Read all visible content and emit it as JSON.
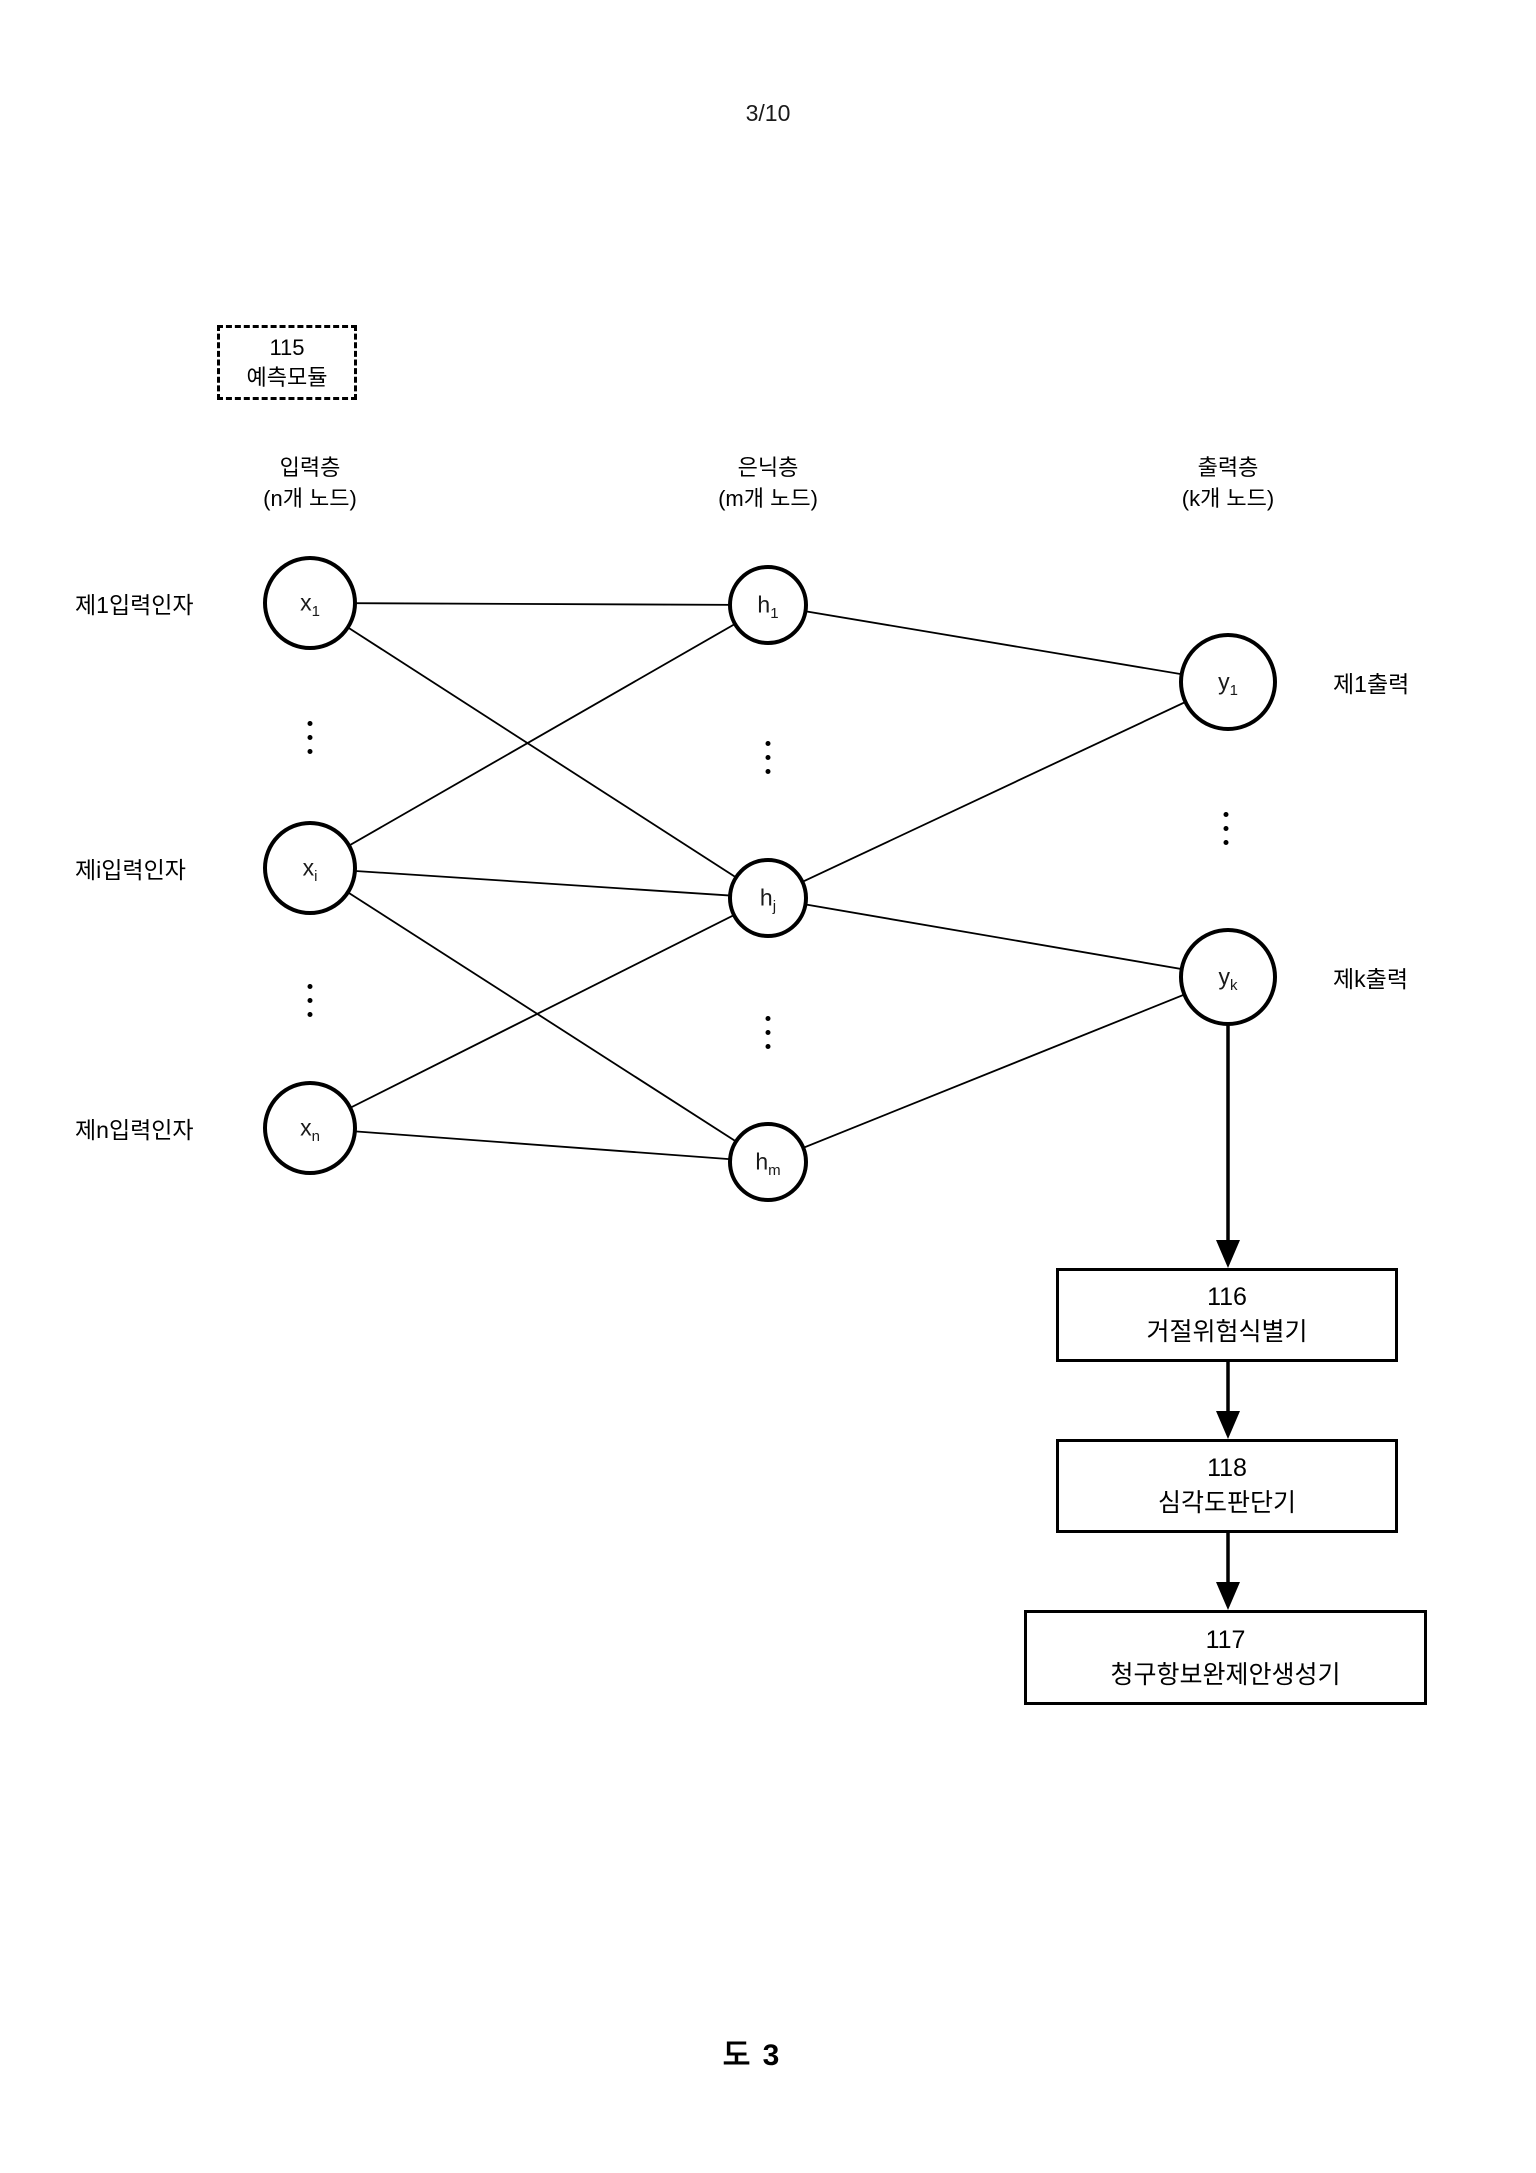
{
  "page": {
    "number": "3/10",
    "caption": "도 3"
  },
  "module_box": {
    "number": "115",
    "label": "예측모듈"
  },
  "layers": {
    "input": {
      "title": "입력층",
      "subtitle": "(n개 노드)"
    },
    "hidden": {
      "title": "은닉층",
      "subtitle": "(m개 노드)"
    },
    "output": {
      "title": "출력층",
      "subtitle": "(k개 노드)"
    }
  },
  "nodes": {
    "x1": {
      "base": "x",
      "sub": "1"
    },
    "xi": {
      "base": "x",
      "sub": "i"
    },
    "xn": {
      "base": "x",
      "sub": "n"
    },
    "h1": {
      "base": "h",
      "sub": "1"
    },
    "hj": {
      "base": "h",
      "sub": "j"
    },
    "hm": {
      "base": "h",
      "sub": "m"
    },
    "y1": {
      "base": "y",
      "sub": "1"
    },
    "yk": {
      "base": "y",
      "sub": "k"
    }
  },
  "side_labels": {
    "input": [
      "제1입력인자",
      "제i입력인자",
      "제n입력인자"
    ],
    "output": [
      "제1출력",
      "제k출력"
    ]
  },
  "edges": [
    [
      "x1",
      "h1"
    ],
    [
      "x1",
      "hj"
    ],
    [
      "xi",
      "h1"
    ],
    [
      "xi",
      "hj"
    ],
    [
      "xi",
      "hm"
    ],
    [
      "xn",
      "hj"
    ],
    [
      "xn",
      "hm"
    ],
    [
      "h1",
      "y1"
    ],
    [
      "hj",
      "y1"
    ],
    [
      "hj",
      "yk"
    ],
    [
      "hm",
      "yk"
    ]
  ],
  "flow_boxes": [
    {
      "number": "116",
      "label": "거절위험식별기"
    },
    {
      "number": "118",
      "label": "심각도판단기"
    },
    {
      "number": "117",
      "label": "청구항보완제안생성기"
    }
  ]
}
